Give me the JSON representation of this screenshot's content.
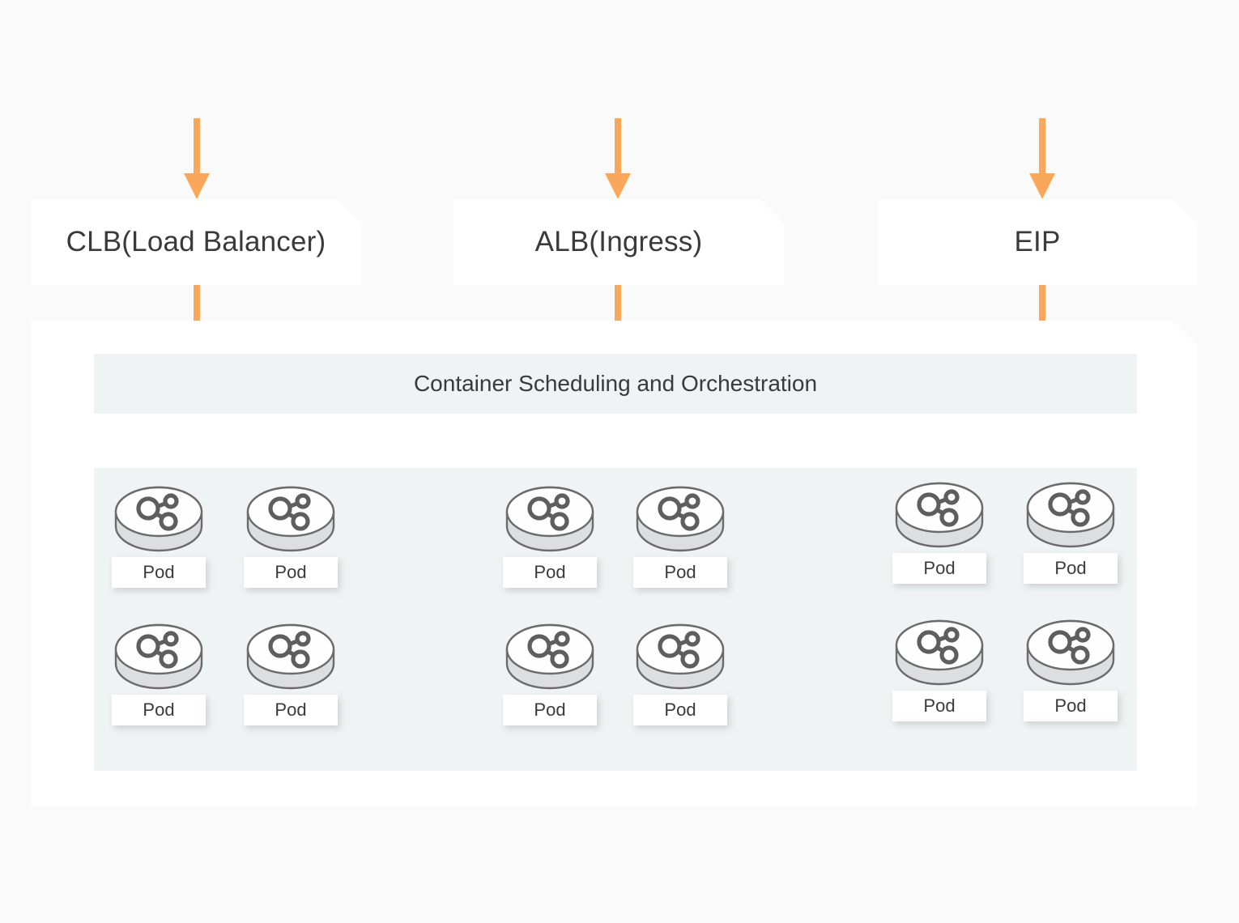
{
  "page": {
    "background_color": "#FAFAFA",
    "accent_color": "#F9A75B",
    "panel_color": "#EFF3F4",
    "card_color": "#FFFFFF",
    "text_color": "#3A3A3A",
    "pod_outline_color": "#6B6B6B"
  },
  "sources": [
    {
      "id": "clb",
      "label": "CLB(Load Balancer)"
    },
    {
      "id": "alb",
      "label": "ALB(Ingress)"
    },
    {
      "id": "eip",
      "label": "EIP"
    }
  ],
  "orchestration": {
    "label": "Container Scheduling and Orchestration"
  },
  "pod_groups": [
    {
      "id": "group-clb",
      "source": "CLB(Load Balancer)",
      "fanout": 2,
      "pods": [
        {
          "label": "Pod"
        },
        {
          "label": "Pod"
        },
        {
          "label": "Pod"
        },
        {
          "label": "Pod"
        }
      ]
    },
    {
      "id": "group-alb",
      "source": "ALB(Ingress)",
      "fanout": 2,
      "pods": [
        {
          "label": "Pod"
        },
        {
          "label": "Pod"
        },
        {
          "label": "Pod"
        },
        {
          "label": "Pod"
        }
      ]
    },
    {
      "id": "group-eip",
      "source": "EIP",
      "fanout": 1,
      "pods": [
        {
          "label": "Pod"
        },
        {
          "label": "Pod"
        },
        {
          "label": "Pod"
        },
        {
          "label": "Pod"
        }
      ]
    }
  ],
  "icons": {
    "pod": "pod-share-node-icon",
    "arrow": "arrow-down-icon"
  }
}
